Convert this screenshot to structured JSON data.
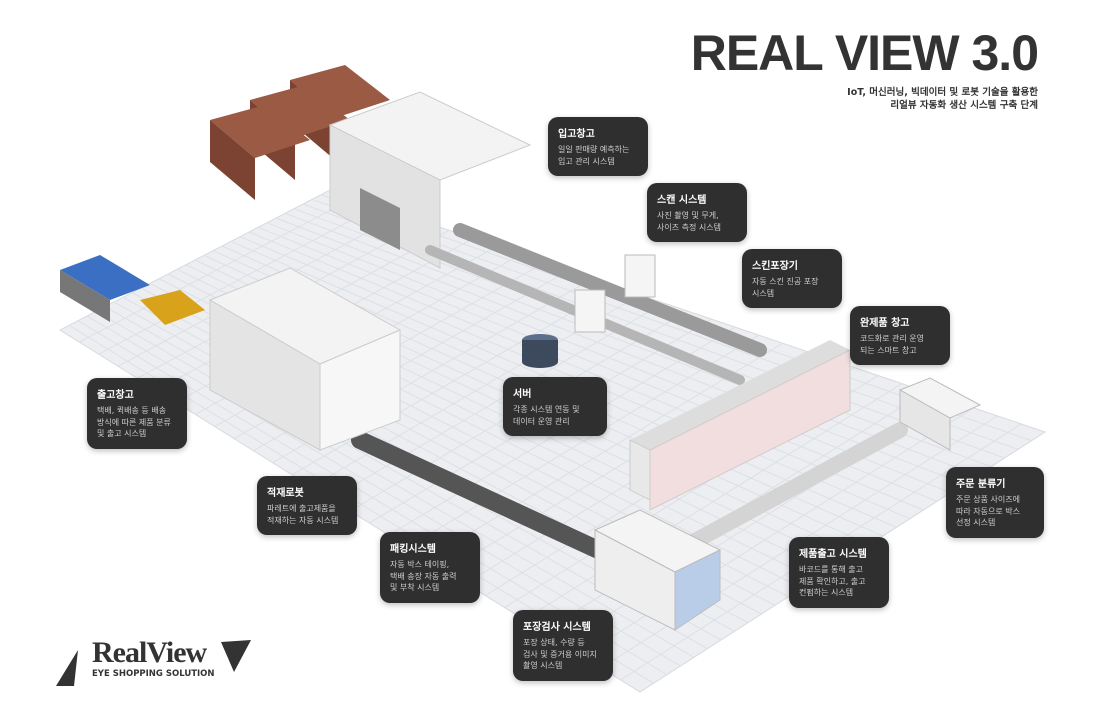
{
  "header": {
    "title": "REAL VIEW 3.0",
    "subtitle_line1": "IoT, 머신러닝, 빅데이터 및 로봇 기술을 활용한",
    "subtitle_line2": "리얼뷰 자동화 생산 시스템 구축 단계"
  },
  "callouts": [
    {
      "title": "입고창고",
      "desc": "일일 판매량 예측하는\n입고 관리 시스템"
    },
    {
      "title": "스캔 시스템",
      "desc": "사진 촬영 및 무게,\n사이즈 측정 시스템"
    },
    {
      "title": "스킨포장기",
      "desc": "자동 스킨 진공 포장\n시스템"
    },
    {
      "title": "완제품 창고",
      "desc": "코드화로 관리 운영\n되는 스마트 창고"
    },
    {
      "title": "출고창고",
      "desc": "택배, 퀵배송 등 배송\n방식에 따른 제품 분류\n및 출고 시스템"
    },
    {
      "title": "서버",
      "desc": "각종 시스템 연동 및\n데이터 운영 관리"
    },
    {
      "title": "적재로봇",
      "desc": "파레트에 출고제품을\n적재하는 자동 시스템"
    },
    {
      "title": "패킹시스템",
      "desc": "자동 박스 테이핑,\n택배 송장 자동 출력\n및 부착 시스템"
    },
    {
      "title": "포장검사 시스템",
      "desc": "포장 상태, 수량 등\n검사 및 증거용 이미지\n촬영 시스템"
    },
    {
      "title": "주문 분류기",
      "desc": "주문 상품 사이즈에\n따라 자동으로 박스\n선정 시스템"
    },
    {
      "title": "제품출고 시스템",
      "desc": "바코드를 통해 출고\n제품 확인하고, 출고\n컨펌하는 시스템"
    }
  ],
  "logo": {
    "name": "RealView",
    "tagline": "EYE SHOPPING SOLUTION"
  },
  "colors": {
    "callout_bg": "#2f2f2f",
    "floor": "#eceef0",
    "truck": "#8a4b3a",
    "text_dark": "#333333"
  }
}
